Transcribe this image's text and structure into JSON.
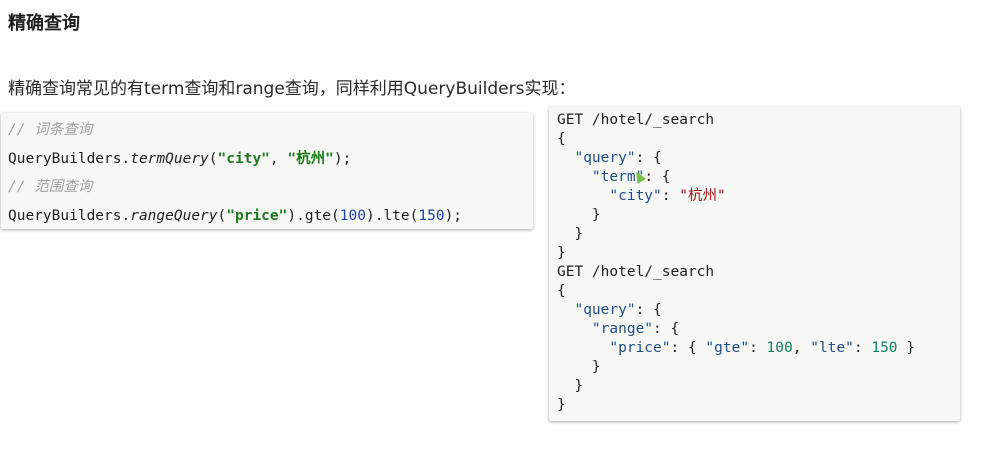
{
  "title": "精确查询",
  "intro": "精确查询常见的有term查询和range查询，同样利用QueryBuilders实现：",
  "java": {
    "comment1": "// 词条查询",
    "term_prefix": "QueryBuilders.",
    "term_method": "termQuery",
    "term_open": "(",
    "term_arg1": "\"city\"",
    "term_sep": ", ",
    "term_arg2": "\"杭州\"",
    "term_close": ");",
    "comment2": "// 范围查询",
    "range_prefix": "QueryBuilders.",
    "range_method": "rangeQuery",
    "range_open": "(",
    "range_arg": "\"price\"",
    "range_gte": ").gte(",
    "range_gte_val": "100",
    "range_lte": ").lte(",
    "range_lte_val": "150",
    "range_end": ");"
  },
  "dsl": {
    "get1": "GET /hotel/_search",
    "open1": "{",
    "query_key1": "\"query\"",
    "query_after1": ": {",
    "term_key": "\"term\"",
    "term_after": ": {",
    "city_key": "\"city\"",
    "city_sep": ": ",
    "city_val": "\"杭州\"",
    "close_term_inner": "}",
    "close_query1": "}",
    "close1": "}",
    "get2": "GET /hotel/_search",
    "open2": "{",
    "query_key2": "\"query\"",
    "query_after2": ": {",
    "range_key": "\"range\"",
    "range_after": ": {",
    "price_key": "\"price\"",
    "price_open": ": { ",
    "gte_key": "\"gte\"",
    "gte_sep": ": ",
    "gte_val": "100",
    "comma": ", ",
    "lte_key": "\"lte\"",
    "lte_sep": ": ",
    "lte_val": "150",
    "price_close": " }",
    "close_range_inner": "}",
    "close_query2": "}",
    "close2": "}"
  },
  "colors": {
    "string_java": "#1a7a1a",
    "number_java": "#1a40a8",
    "json_key": "#1d4e89",
    "json_string": "#a31515",
    "json_number": "#0a8066",
    "comment": "#a0a0a0"
  }
}
